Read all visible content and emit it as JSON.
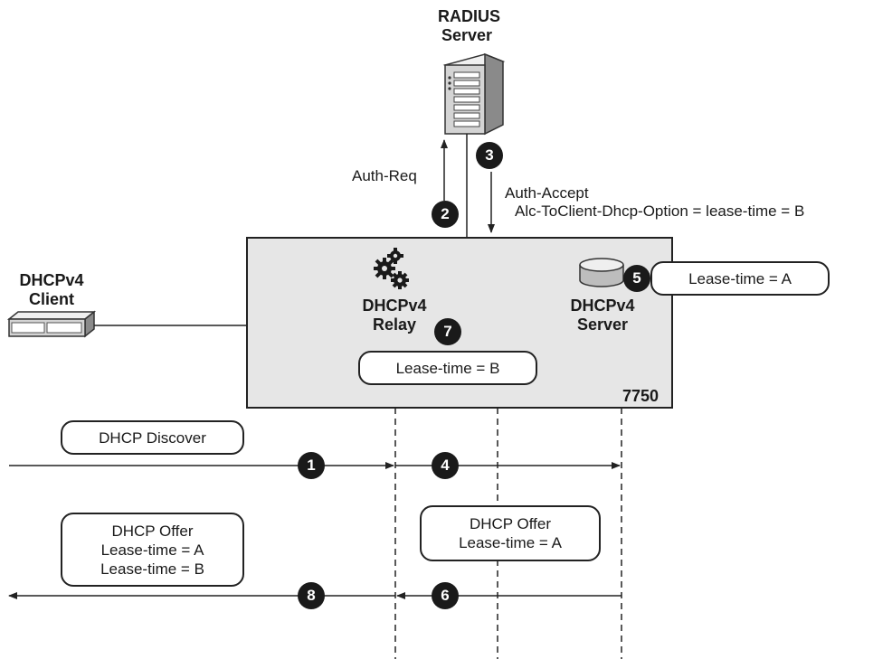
{
  "nodes": {
    "radius_server": {
      "line1": "RADIUS",
      "line2": "Server"
    },
    "dhcp_client": {
      "line1": "DHCPv4",
      "line2": "Client"
    },
    "dhcp_relay": {
      "line1": "DHCPv4",
      "line2": "Relay"
    },
    "dhcp_server": {
      "line1": "DHCPv4",
      "line2": "Server"
    },
    "router_label": "7750"
  },
  "labels": {
    "auth_req": "Auth-Req",
    "auth_accept": "Auth-Accept",
    "auth_accept_option": "Alc-ToClient-Dhcp-Option = lease-time = B"
  },
  "bubbles": {
    "server_lease": "Lease-time = A",
    "relay_lease": "Lease-time = B",
    "discover": "DHCP Discover",
    "offer_server": {
      "line1": "DHCP Offer",
      "line2": "Lease-time = A"
    },
    "offer_client": {
      "line1": "DHCP Offer",
      "line2": "Lease-time = A",
      "line3": "Lease-time = B"
    }
  },
  "steps": [
    "1",
    "2",
    "3",
    "4",
    "5",
    "6",
    "7",
    "8"
  ],
  "colors": {
    "router_fill": "#e6e6e6",
    "marker_fill": "#1a1a1a",
    "line": "#222222"
  }
}
